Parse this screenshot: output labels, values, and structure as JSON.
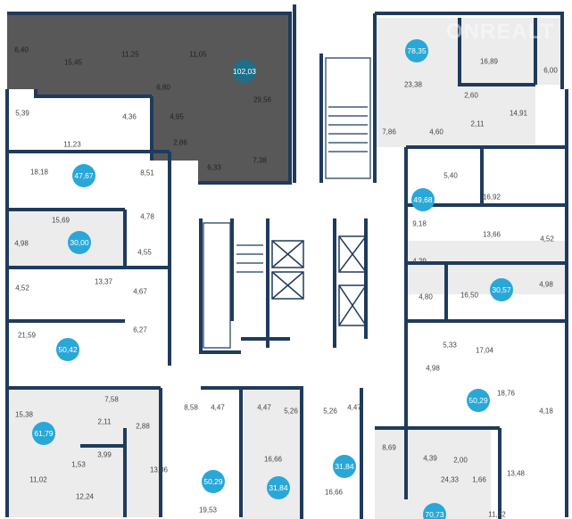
{
  "watermark": "ONREALT",
  "colors": {
    "wall": "#1f3b5c",
    "selected_apartment": "#585858",
    "badge": "#29a8d8",
    "badge_selected": "#1d6f8a",
    "room_fill": "#ececec"
  },
  "apartments": [
    "102,03",
    "78,35",
    "47,67",
    "49,68",
    "30,00",
    "30,57",
    "50,42",
    "50,29",
    "61,79",
    "50,29",
    "31,84",
    "31,84",
    "70,73"
  ],
  "rooms": [
    "6,40",
    "15,45",
    "11,25",
    "11,05",
    "6,80",
    "29,56",
    "5,39",
    "4,36",
    "4,95",
    "11,23",
    "2,86",
    "7,38",
    "6,33",
    "18,18",
    "8,51",
    "15,69",
    "4,78",
    "4,98",
    "4,55",
    "4,52",
    "13,37",
    "4,67",
    "6,27",
    "21,59",
    "7,58",
    "15,38",
    "2,11",
    "2,88",
    "8,58",
    "4,47",
    "4,47",
    "5,26",
    "5,26",
    "4,47",
    "3,99",
    "1,53",
    "13,06",
    "11,02",
    "12,24",
    "16,66",
    "16,66",
    "19,53",
    "8,69",
    "4,39",
    "2,00",
    "24,33",
    "1,66",
    "13,48",
    "11,12",
    "4,18",
    "18,76",
    "17,04",
    "5,33",
    "4,98",
    "4,98",
    "16,50",
    "4,80",
    "4,29",
    "4,52",
    "13,66",
    "9,18",
    "16,92",
    "5,40",
    "7,86",
    "4,60",
    "2,11",
    "14,91",
    "2,60",
    "23,38",
    "16,89",
    "6,00"
  ]
}
